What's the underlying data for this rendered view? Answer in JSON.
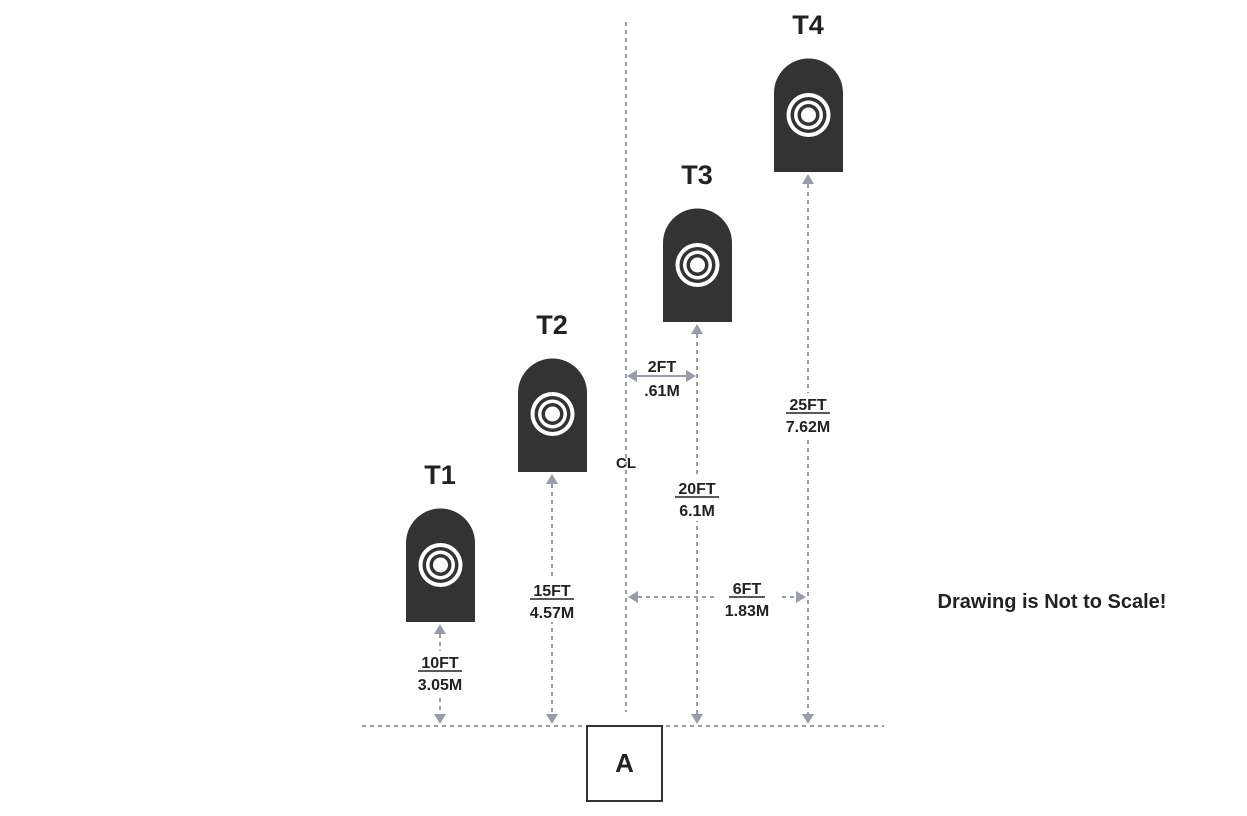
{
  "centerline_label": "CL",
  "origin_box_label": "A",
  "note": "Drawing is Not to Scale!",
  "targets": [
    {
      "label": "T1",
      "distance_ft": "10FT",
      "distance_m": "3.05M"
    },
    {
      "label": "T2",
      "distance_ft": "15FT",
      "distance_m": "4.57M"
    },
    {
      "label": "T3",
      "distance_ft": "20FT",
      "distance_m": "6.1M"
    },
    {
      "label": "T4",
      "distance_ft": "25FT",
      "distance_m": "7.62M"
    }
  ],
  "lateral_offsets": {
    "t3": {
      "ft": "2FT",
      "m": ".61M"
    },
    "t4": {
      "ft": "6FT",
      "m": "1.83M"
    }
  },
  "colors": {
    "target": "#333333",
    "dimension_lines": "#999ea6",
    "text": "#222222"
  }
}
